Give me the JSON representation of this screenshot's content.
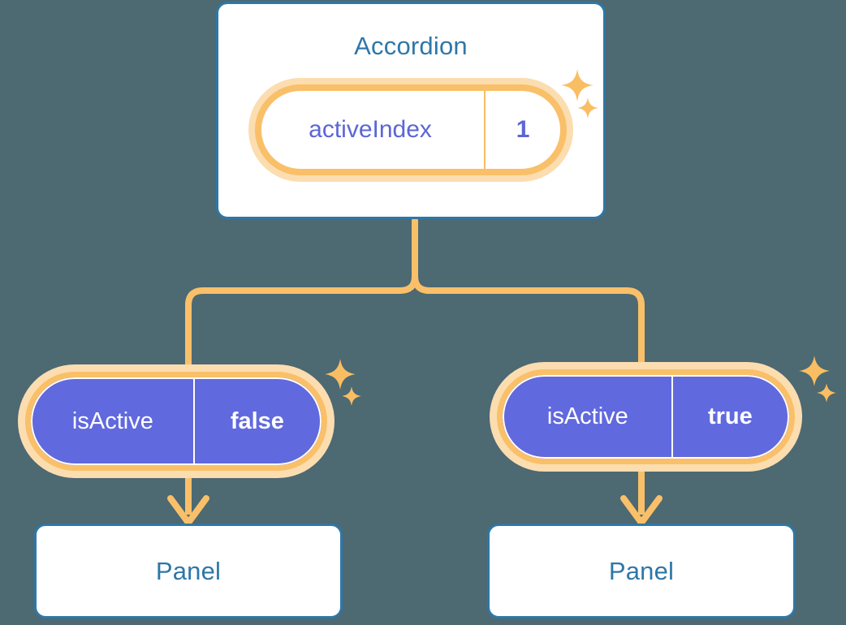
{
  "theme": {
    "background": "#4D6972",
    "card_border": "#2E77A8",
    "card_fill": "#FFFFFF",
    "title_color": "#2E77A8",
    "pill_ring": "#F9C069",
    "pill_glow": "#FBDDB0",
    "pill_divider_light": "#F7BE62",
    "value_purple": "#5B66D6",
    "pill_purple_fill": "#6169DE",
    "pill_text_light": "#FFFFFF",
    "connector": "#F9C069",
    "sparkle": "#F9BE63"
  },
  "diagram": {
    "type": "component-state-tree",
    "root": {
      "title": "Accordion",
      "state": {
        "key": "activeIndex",
        "value": "1"
      }
    },
    "children": [
      {
        "state": {
          "key": "isActive",
          "value": "false"
        },
        "panel": {
          "title": "Panel"
        }
      },
      {
        "state": {
          "key": "isActive",
          "value": "true"
        },
        "panel": {
          "title": "Panel"
        }
      }
    ],
    "sparkle_groups": [
      {
        "near": "root-state-pill",
        "count": 2
      },
      {
        "near": "left-state-pill",
        "count": 2
      },
      {
        "near": "right-state-pill",
        "count": 2
      }
    ]
  }
}
